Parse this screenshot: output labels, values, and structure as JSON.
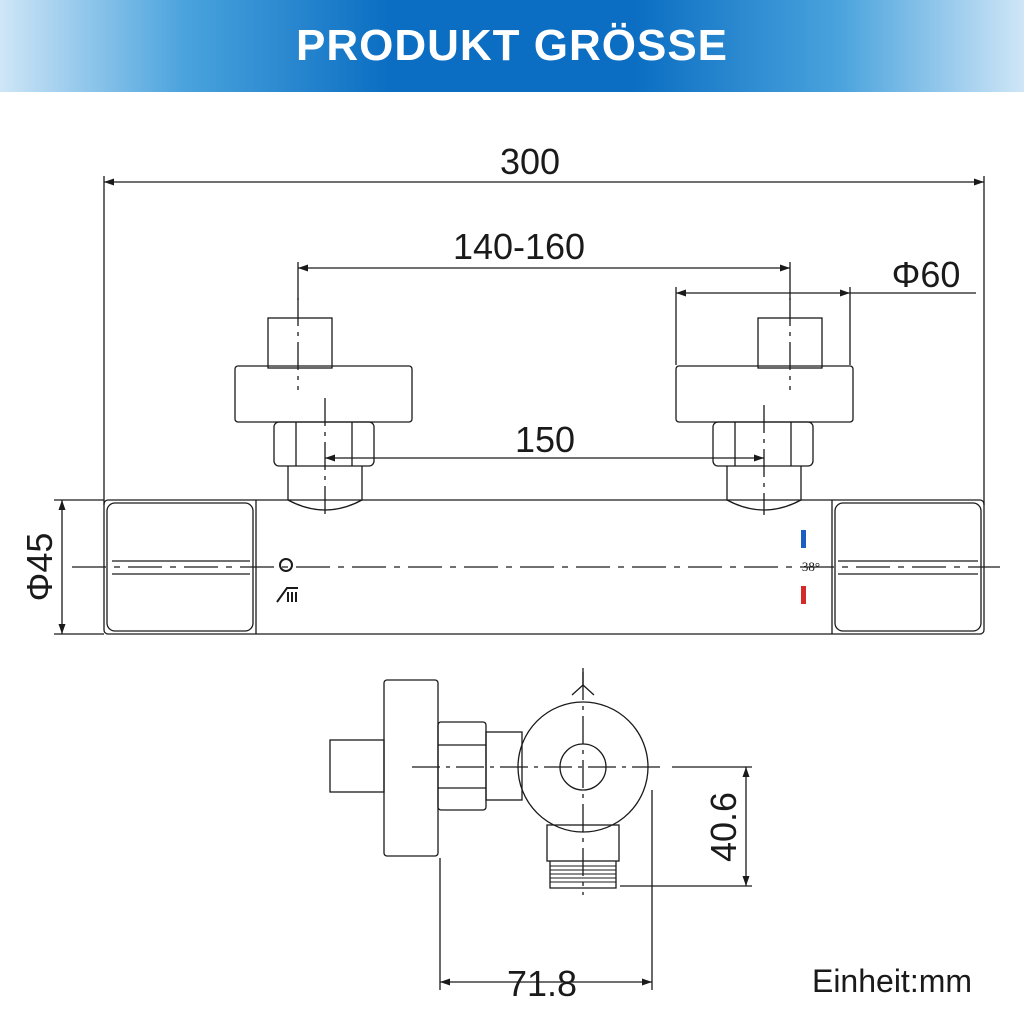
{
  "header": {
    "title": "PRODUKT GRÖSSE"
  },
  "dimensions": {
    "total_length": "300",
    "inlet_spacing": "140-160",
    "flange_diameter": "Φ60",
    "center_distance": "150",
    "body_diameter": "Φ45",
    "side_height": "40.6",
    "side_depth": "71.8"
  },
  "temperature_label": "38°",
  "unit_note": "Einheit:mm",
  "colors": {
    "banner": "#0b6ec2",
    "cold_mark": "#1b5fc4",
    "hot_mark": "#d42a2a",
    "line": "#1a1a1a"
  }
}
